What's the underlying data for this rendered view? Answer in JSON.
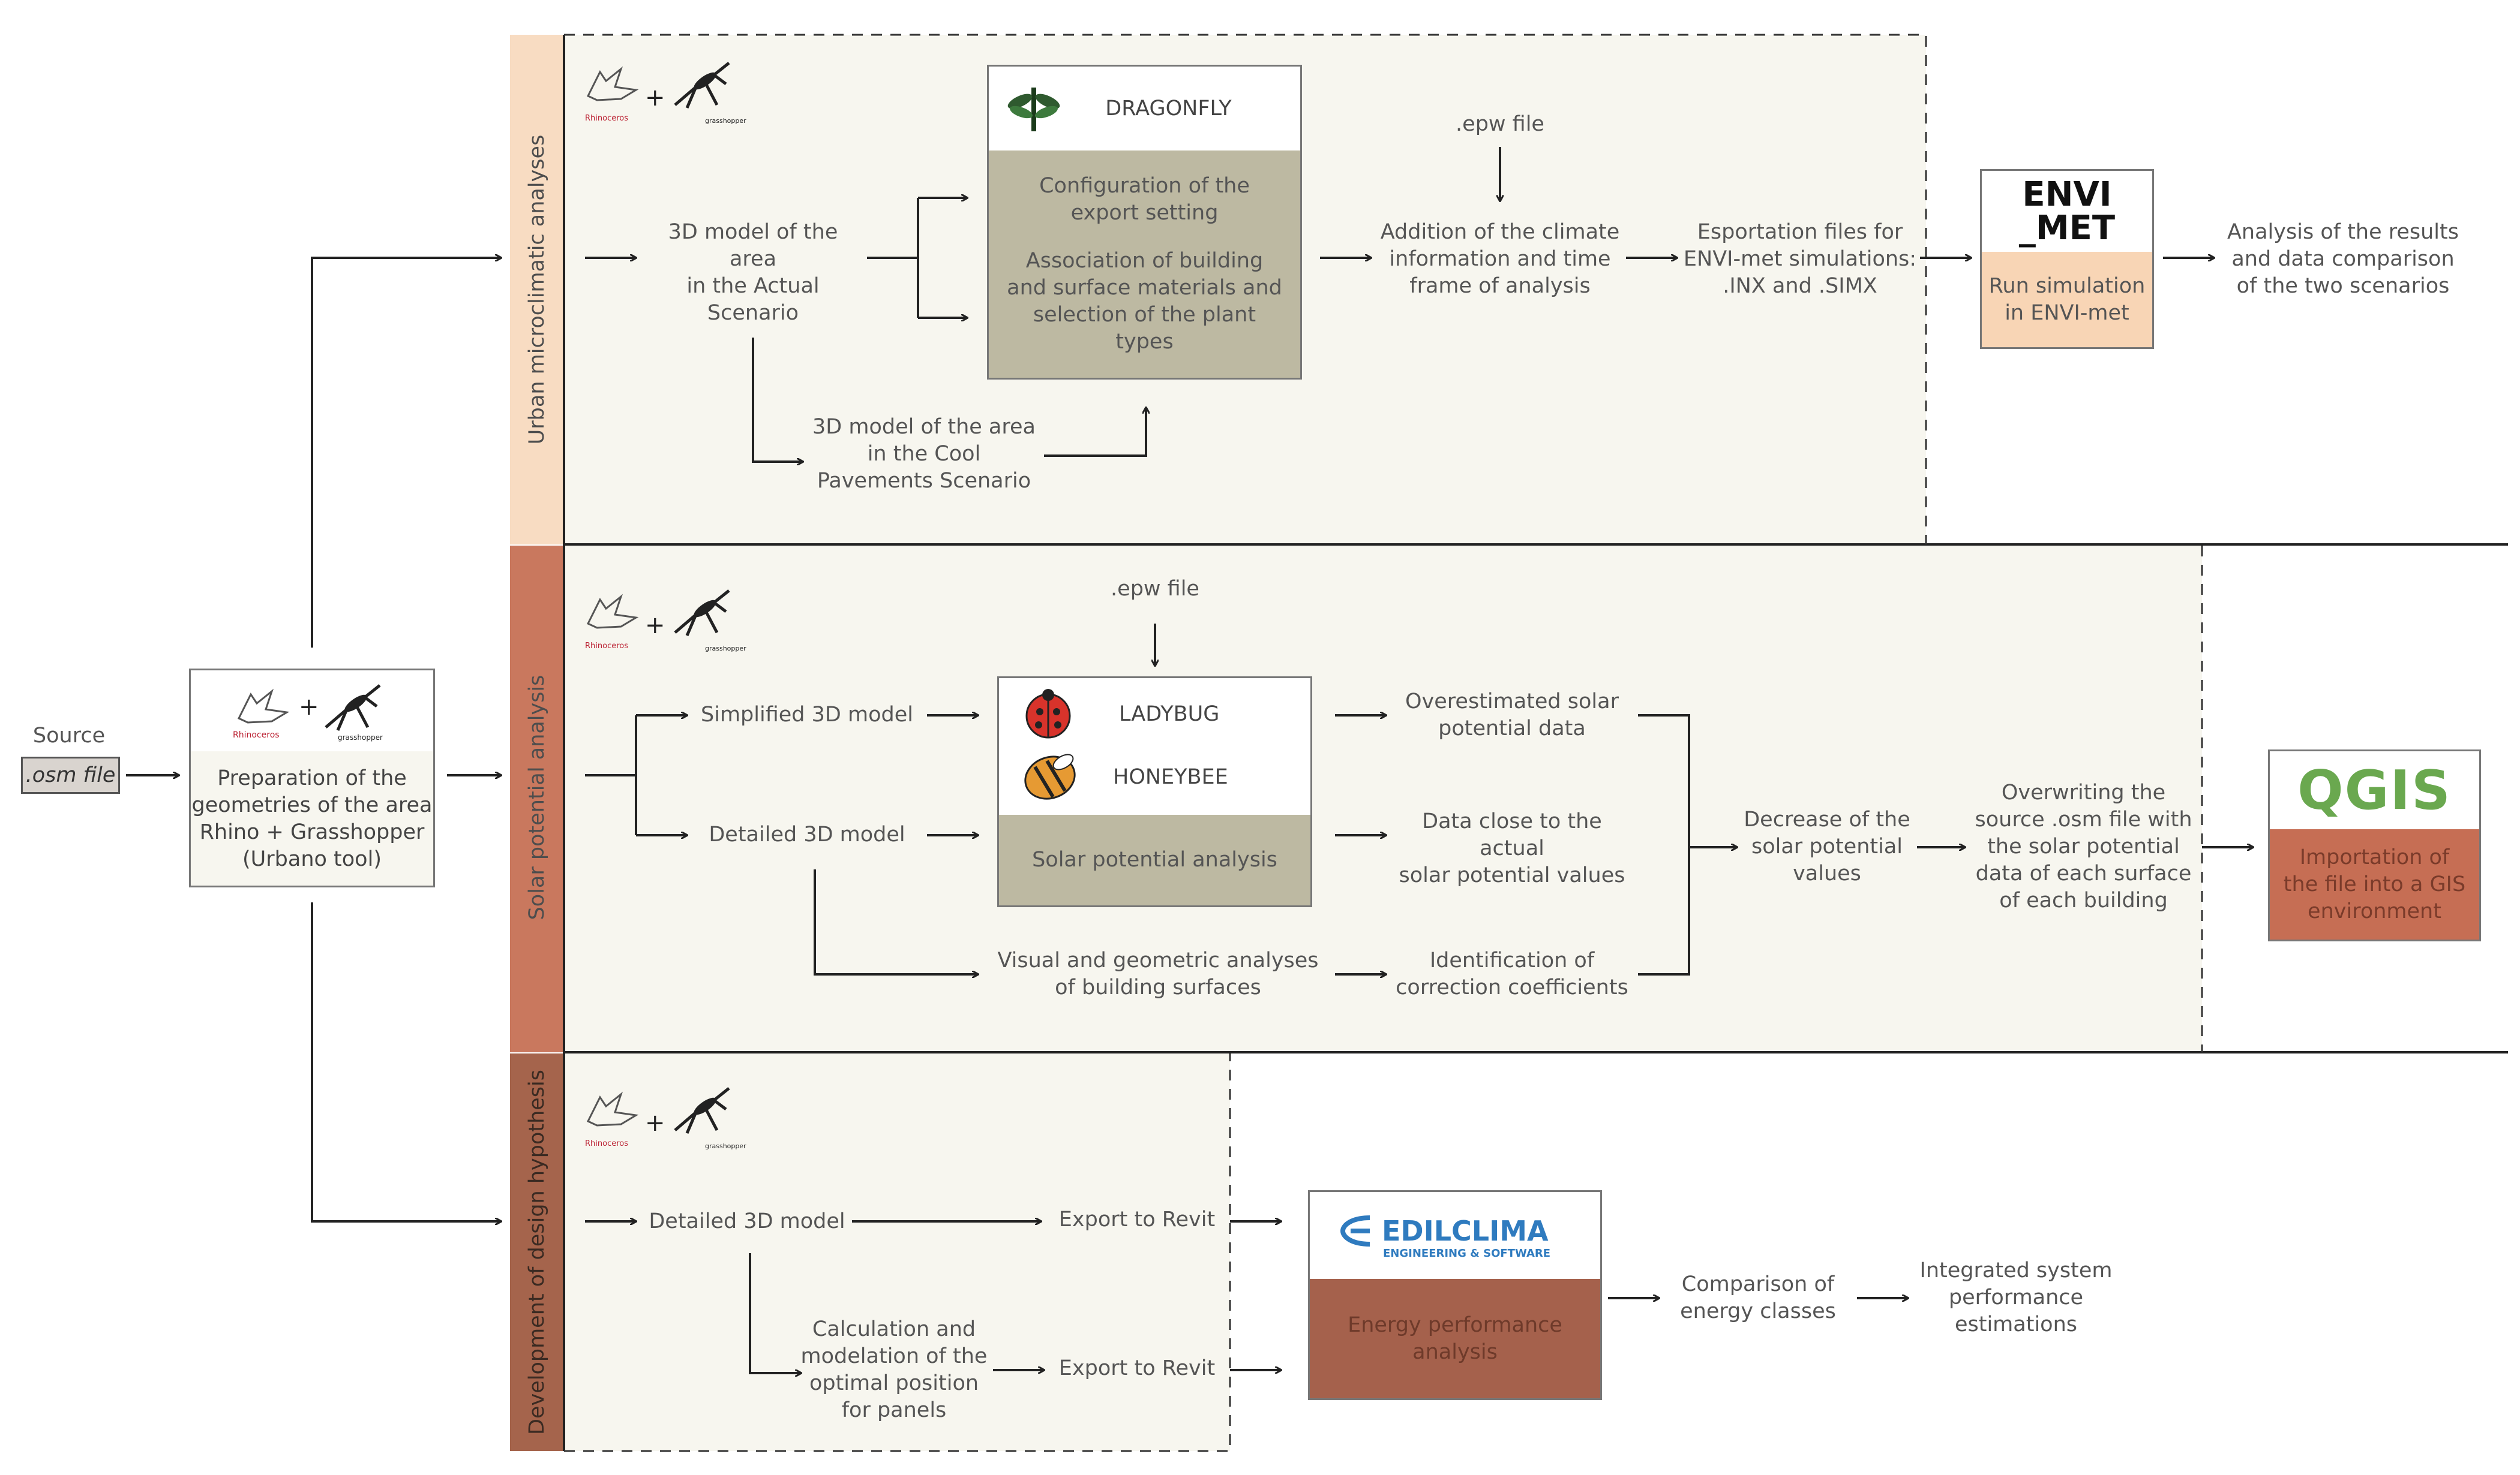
{
  "colors": {
    "urban_band": "#f8dcc2",
    "solar_band": "#c9785e",
    "design_band": "#a5644c",
    "panel_fill": "#f7f6ef",
    "dragonfly_body": "#bdb9a2",
    "envimet_body": "#f8d5b5",
    "ladybug_body": "#bdb9a2",
    "qgis_body": "#c66e54",
    "edilclima_body": "#a5614c",
    "qgis_logo": "#6aa84f",
    "edilclima_logo": "#2f7bbf",
    "ladybug_red": "#d8332b",
    "honeybee_orange": "#e69a33"
  },
  "source": {
    "label": "Source",
    "file": ".osm file"
  },
  "preparation": {
    "logo_icons": [
      "rhinoceros-icon",
      "grasshopper-icon"
    ],
    "plus": "+",
    "rhino_caption": "Rhinoceros",
    "grasshopper_caption": "grasshopper",
    "text": "Preparation of the\ngeometries of the area\nRhino + Grasshopper\n(Urbano tool)"
  },
  "bands": {
    "urban": "Urban microclimatic analyses",
    "solar": "Solar potential analysis",
    "design": "Development of design hypothesis"
  },
  "urban": {
    "plus": "+",
    "rhino_caption": "Rhinoceros",
    "grasshopper_caption": "grasshopper",
    "model_actual": "3D model of the area\nin the Actual\nScenario",
    "model_cool": "3D model of the area\nin the Cool\nPavements Scenario",
    "dragonfly": {
      "title": "DRAGONFLY",
      "icon": "dragonfly-icon",
      "line1": "Configuration of the\nexport setting",
      "line2": "Association of building\nand surface materials and\nselection of the plant\ntypes"
    },
    "epw": ".epw file",
    "climate": "Addition of the climate\ninformation and time\nframe of analysis",
    "export": "Esportation files for\nENVI-met simulations:\n.INX and .SIMX",
    "envimet": {
      "logo_top": "ENVI",
      "logo_bottom": "_MET",
      "text": "Run simulation\nin ENVI-met"
    },
    "results": "Analysis of the results\nand data comparison\nof the two scenarios"
  },
  "solar": {
    "plus": "+",
    "rhino_caption": "Rhinoceros",
    "grasshopper_caption": "grasshopper",
    "epw": ".epw file",
    "simplified": "Simplified 3D model",
    "detailed": "Detailed 3D model",
    "visual": "Visual and geometric analyses\nof building surfaces",
    "ladybug": {
      "title1": "LADYBUG",
      "title2": "HONEYBEE",
      "icon1": "ladybug-icon",
      "icon2": "honeybee-icon",
      "text": "Solar potential analysis"
    },
    "over": "Overestimated solar\npotential data",
    "close": "Data close to the actual\nsolar potential values",
    "coeff": "Identification of\ncorrection coefficients",
    "decrease": "Decrease of the\nsolar potential\nvalues",
    "overwrite": "Overwriting the\nsource .osm file with\nthe solar potential\ndata of each surface\nof each building",
    "qgis": {
      "logo": "QGIS",
      "text": "Importation of\nthe file into a GIS\nenvironment"
    }
  },
  "design": {
    "plus": "+",
    "rhino_caption": "Rhinoceros",
    "grasshopper_caption": "grasshopper",
    "detailed": "Detailed 3D model",
    "calc": "Calculation and\nmodelation of the\noptimal position\nfor panels",
    "export1": "Export to Revit",
    "export2": "Export to Revit",
    "edilclima": {
      "logo": "EDILCLIMA",
      "sub": "ENGINEERING & SOFTWARE",
      "text": "Energy performance\nanalysis"
    },
    "compare": "Comparison of\nenergy classes",
    "integrated": "Integrated system\nperformance\nestimations"
  }
}
